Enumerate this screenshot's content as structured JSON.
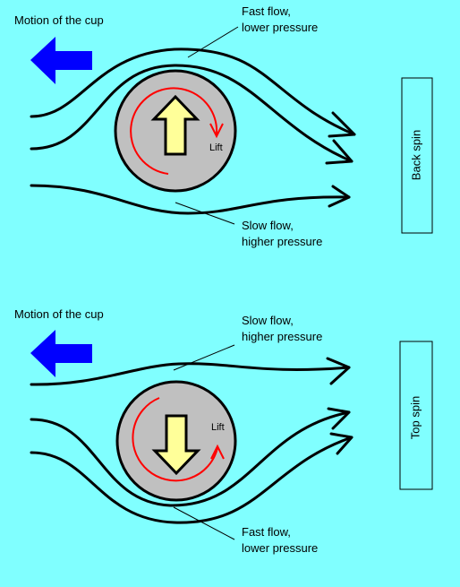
{
  "colors": {
    "background": "#80ffff",
    "motion_arrow": "#0000ff",
    "ball": "#c0c0c0",
    "lift_arrow": "#ffff99",
    "spin_arrow": "#ff0000",
    "flow_lines": "#000000"
  },
  "top_panel": {
    "motion_label": "Motion of the cup",
    "upper_note": [
      "Fast flow,",
      "lower pressure"
    ],
    "lower_note": [
      "Slow flow,",
      "higher pressure"
    ],
    "lift_label": "Lift",
    "spin_label": "Back spin",
    "lift_direction": "up",
    "spin_direction": "clockwise"
  },
  "bottom_panel": {
    "motion_label": "Motion of the cup",
    "upper_note": [
      "Slow flow,",
      "higher pressure"
    ],
    "lower_note": [
      "Fast flow,",
      "lower pressure"
    ],
    "lift_label": "Lift",
    "spin_label": "Top spin",
    "lift_direction": "down",
    "spin_direction": "counter-clockwise"
  }
}
